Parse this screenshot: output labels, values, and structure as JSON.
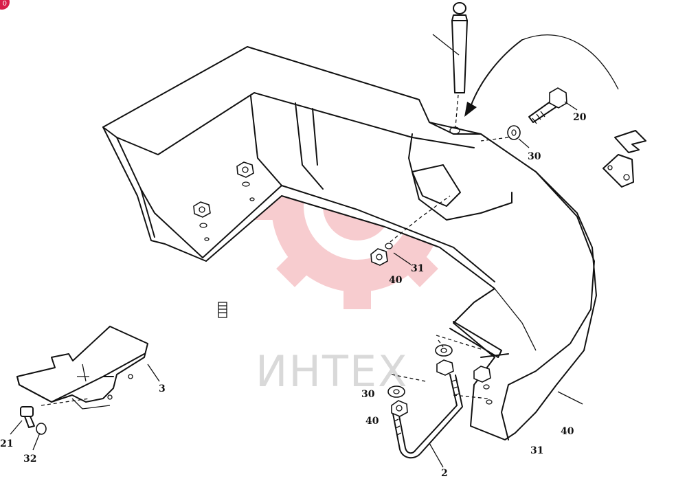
{
  "badge": {
    "text": "0",
    "color": "#d81e4a"
  },
  "watermark": {
    "text": "ИНТЕХ",
    "logo_color": "#f2a3a8",
    "text_color": "#d9d9d9"
  },
  "callouts": [
    {
      "id": "label-20",
      "text": "20"
    },
    {
      "id": "label-30-top",
      "text": "30"
    },
    {
      "id": "label-31-top",
      "text": "31"
    },
    {
      "id": "label-40-top",
      "text": "40"
    },
    {
      "id": "label-3",
      "text": "3"
    },
    {
      "id": "label-21",
      "text": "21"
    },
    {
      "id": "label-32",
      "text": "32"
    },
    {
      "id": "label-30-bottom",
      "text": "30"
    },
    {
      "id": "label-40-bottom",
      "text": "40"
    },
    {
      "id": "label-2",
      "text": "2"
    },
    {
      "id": "label-31-bottom",
      "text": "31"
    },
    {
      "id": "label-40-right",
      "text": "40"
    }
  ]
}
